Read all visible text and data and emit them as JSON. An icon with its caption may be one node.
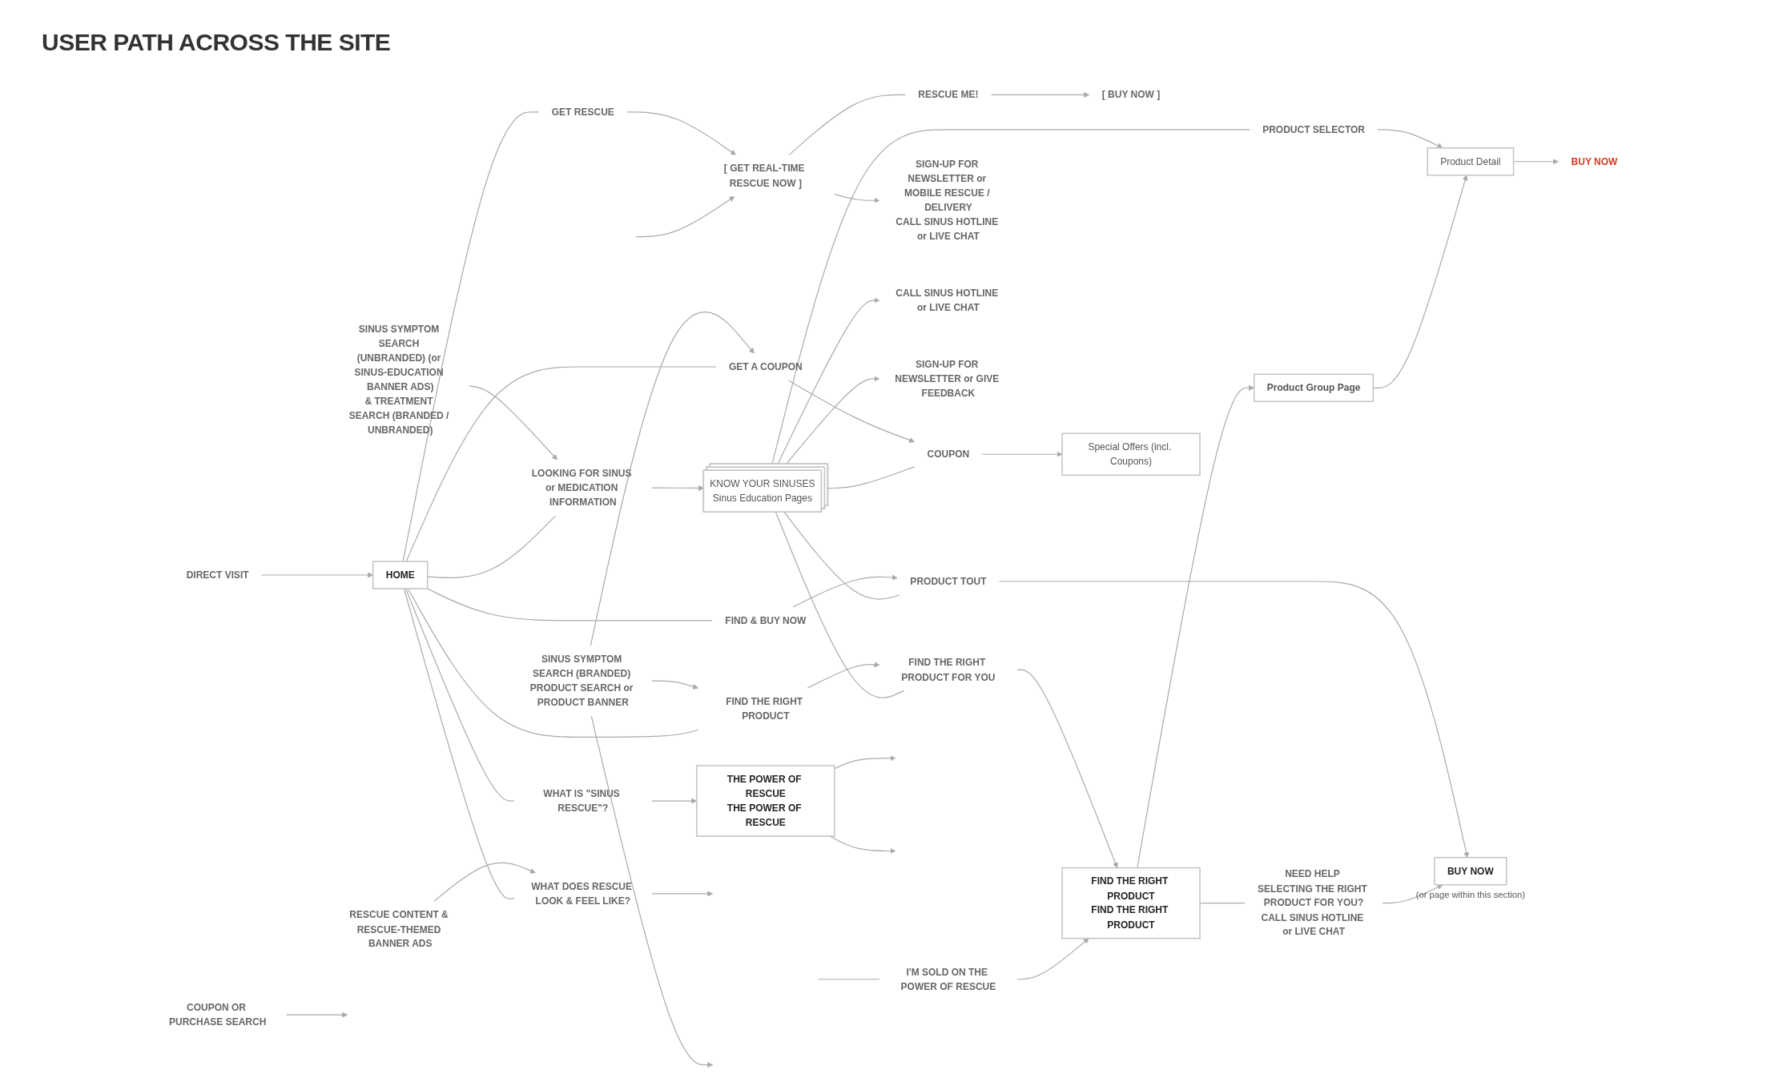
{
  "diagram": {
    "title": "USER PATH ACROSS THE SITE",
    "nodes": [
      {
        "text": [
          "DIRECT VISIT"
        ]
      },
      {
        "text": [
          "HOME"
        ]
      },
      {
        "text": [
          "WHAT IS \"SINUS RESCUE\"?"
        ]
      },
      {
        "text": [
          "THE POWER OF RESCUE",
          "THE POWER OF RESCUE"
        ]
      },
      {
        "text": [
          "RESCUE CONTENT & RESCUE-THEMED BANNER ADS"
        ]
      },
      {
        "text": [
          "WHAT DOES RESCUE LOOK & FEEL LIKE?"
        ]
      },
      {
        "text": [
          "I'M SOLD ON THE POWER OF RESCUE"
        ]
      },
      {
        "text": [
          "GET RESCUE"
        ]
      },
      {
        "text": [
          "[ GET REAL-TIME RESCUE NOW ]"
        ]
      },
      {
        "text": [
          "RESCUE ME!"
        ]
      },
      {
        "text": [
          "[ BUY NOW ]"
        ]
      },
      {
        "text": [
          "SIGN-UP FOR NEWSLETTER or MOBILE RESCUE / DELIVERY",
          "CALL SINUS HOTLINE or LIVE CHAT"
        ]
      },
      {
        "text": [
          "SINUS SYMPTOM SEARCH (UNBRANDED) (or SINUS-EDUCATION BANNER ADS)",
          "& TREATMENT SEARCH (BRANDED / UNBRANDED)"
        ]
      },
      {
        "text": [
          "LOOKING FOR SINUS or MEDICATION INFORMATION"
        ]
      },
      {
        "text": [
          "KNOW YOUR SINUSES",
          "Sinus Education Pages"
        ]
      },
      {
        "text": [
          "CALL SINUS HOTLINE or LIVE CHAT"
        ]
      },
      {
        "text": [
          "SIGN-UP FOR NEWSLETTER or GIVE FEEDBACK"
        ]
      },
      {
        "text": [
          "SINUS SYMPTOM SEARCH (BRANDED) PRODUCT SEARCH or PRODUCT BANNER"
        ]
      },
      {
        "text": [
          "FIND THE RIGHT PRODUCT"
        ]
      },
      {
        "text": [
          "FIND THE RIGHT PRODUCT FOR YOU"
        ]
      },
      {
        "text": [
          "FIND THE RIGHT PRODUCT",
          "FIND THE RIGHT PRODUCT"
        ]
      },
      {
        "text": [
          "NEED HELP SELECTING THE RIGHT PRODUCT FOR YOU?",
          "CALL SINUS HOTLINE or LIVE CHAT"
        ]
      },
      {
        "text": [
          "Product Group Page"
        ]
      },
      {
        "text": [
          "PRODUCT SELECTOR"
        ]
      },
      {
        "text": [
          "Product Detail"
        ]
      },
      {
        "text": [
          "BUY NOW"
        ]
      },
      {
        "text": [
          "GET A COUPON"
        ]
      },
      {
        "text": [
          "COUPON"
        ]
      },
      {
        "text": [
          "Special Offers (incl. Coupons)"
        ]
      },
      {
        "text": [
          "COUPON OR PURCHASE SEARCH"
        ]
      },
      {
        "text": [
          "FIND & BUY NOW"
        ]
      },
      {
        "text": [
          "PRODUCT TOUT"
        ]
      },
      {
        "text": [
          "BUY NOW"
        ],
        "beside": [
          "(or page within this section)"
        ]
      }
    ],
    "edges": [
      {
        "from": 0,
        "to": 1,
        "arrow": "to"
      },
      {
        "from": 1,
        "to": 2,
        "arrow": "none"
      },
      {
        "from": 1,
        "to": 5,
        "arrow": "none"
      },
      {
        "from": 1,
        "to": 7,
        "arrow": "none"
      },
      {
        "from": 1,
        "to": 13,
        "arrow": "none"
      },
      {
        "from": 1,
        "to": 18,
        "arrow": "none"
      },
      {
        "from": 1,
        "to": 26,
        "arrow": "none"
      },
      {
        "from": 1,
        "to": 30,
        "arrow": "none"
      },
      {
        "from": 2,
        "to": 3,
        "arrow": "to"
      },
      {
        "from": 3,
        "to": null,
        "arrow": "to"
      },
      {
        "from": 3,
        "to": null,
        "arrow": "to"
      },
      {
        "from": 4,
        "to": 5,
        "arrow": "to"
      },
      {
        "from": 5,
        "to": null,
        "arrow": "to"
      },
      {
        "from": null,
        "to": 6,
        "arrow": "none"
      },
      {
        "from": 6,
        "to": 20,
        "arrow": "to"
      },
      {
        "from": null,
        "to": 8,
        "arrow": "to"
      },
      {
        "from": 7,
        "to": 8,
        "arrow": "to"
      },
      {
        "from": 8,
        "to": 9,
        "arrow": "none"
      },
      {
        "from": 9,
        "to": 10,
        "arrow": "to"
      },
      {
        "from": 8,
        "to": 11,
        "arrow": "to"
      },
      {
        "from": 12,
        "to": 13,
        "arrow": "to"
      },
      {
        "from": 13,
        "to": 14,
        "arrow": "to"
      },
      {
        "from": 14,
        "to": 15,
        "arrow": "to"
      },
      {
        "from": 14,
        "to": 16,
        "arrow": "to"
      },
      {
        "from": 14,
        "to": 19,
        "arrow": "none"
      },
      {
        "from": 14,
        "to": 23,
        "arrow": "none"
      },
      {
        "from": 14,
        "to": 27,
        "arrow": "none"
      },
      {
        "from": 14,
        "to": 31,
        "arrow": "none"
      },
      {
        "from": 17,
        "to": 18,
        "arrow": "to"
      },
      {
        "from": 17,
        "to": null,
        "arrow": "to"
      },
      {
        "from": 17,
        "to": 26,
        "arrow": "to"
      },
      {
        "from": 18,
        "to": 19,
        "arrow": "to"
      },
      {
        "from": 19,
        "to": 20,
        "arrow": "to"
      },
      {
        "from": 20,
        "to": 21,
        "arrow": "none"
      },
      {
        "from": 21,
        "to": 32,
        "arrow": "to"
      },
      {
        "from": 20,
        "to": 22,
        "arrow": "to"
      },
      {
        "from": 22,
        "to": 24,
        "arrow": "to"
      },
      {
        "from": 23,
        "to": 24,
        "arrow": "to"
      },
      {
        "from": 24,
        "to": 25,
        "arrow": "to"
      },
      {
        "from": 26,
        "to": 27,
        "arrow": "to"
      },
      {
        "from": 27,
        "to": 28,
        "arrow": "to"
      },
      {
        "from": 29,
        "to": null,
        "arrow": "to"
      },
      {
        "from": 30,
        "to": 31,
        "arrow": "to"
      },
      {
        "from": 31,
        "to": 32,
        "arrow": "to"
      }
    ]
  }
}
